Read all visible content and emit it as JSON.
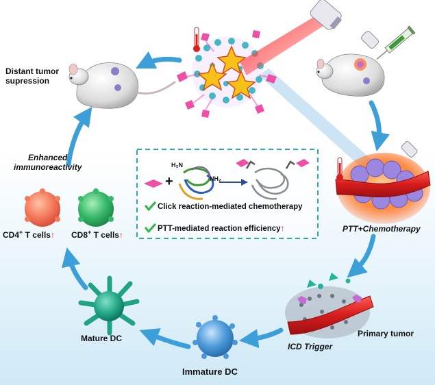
{
  "labels": {
    "distant_tumor": "Distant tumor\nsupression",
    "enhanced": "Enhanced\nimmunoreactivity",
    "cd4": {
      "prefix": "CD4",
      "sup": "+",
      "suffix": " T cells",
      "arrow": "↑"
    },
    "cd8": {
      "prefix": "CD8",
      "sup": "+",
      "suffix": " T cells",
      "arrow": "↑"
    },
    "ptt_chemo": "PTT+Chemotherapy",
    "primary_tumor": "Primary tumor",
    "icd_trigger": "ICD Trigger",
    "immature_dc": "Immature DC",
    "mature_dc": "Mature DC",
    "plus": "+",
    "h2n": "H₂N",
    "nh2": "NH₂"
  },
  "center_box": {
    "items": [
      {
        "text": "Click reaction-mediated chemotherapy",
        "arrow": ""
      },
      {
        "text": "PTT-mediated reaction efficiency",
        "arrow": "↑"
      }
    ]
  },
  "colors": {
    "cycle_arrow": "#3c9fd8",
    "box_border": "#2aa7b8",
    "laser": "#e8202a",
    "check": "#3cb54a",
    "up_arrow": "#e0201b",
    "cd4_cell": "#f47a5a",
    "cd8_cell": "#37b86a",
    "mature_dc": "#20a383",
    "immature_dc": "#4a98d8",
    "nanoparticle_star": "#f6c21a",
    "pink_rod": "#ef4fa6"
  },
  "icons": [
    "mouse-distant",
    "mouse-treated",
    "laser-emitter",
    "syringe",
    "thermometer",
    "nanoparticle-cluster",
    "tumor-vessel",
    "check-mark"
  ]
}
